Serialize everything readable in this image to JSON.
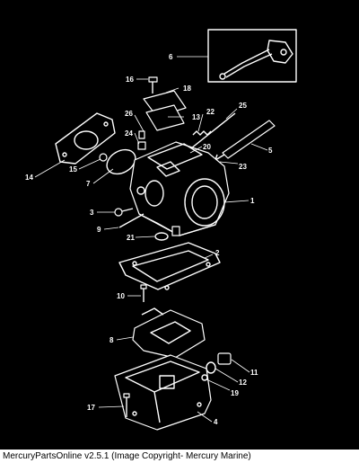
{
  "footer": {
    "caption": "MercuryPartsOnline v2.5.1 (Image Copyright- Mercury Marine)"
  },
  "callouts": {
    "c1": "1",
    "c2": "2",
    "c3": "3",
    "c4": "4",
    "c5": "5",
    "c6": "6",
    "c7": "7",
    "c8": "8",
    "c9": "9",
    "c10": "10",
    "c11": "11",
    "c12": "12",
    "c13": "13",
    "c14": "14",
    "c15": "15",
    "c16": "16",
    "c17": "17",
    "c18": "18",
    "c19": "19",
    "c20": "20",
    "c21": "21",
    "c22": "22",
    "c23": "23",
    "c24": "24",
    "c25": "25",
    "c26": "26"
  }
}
